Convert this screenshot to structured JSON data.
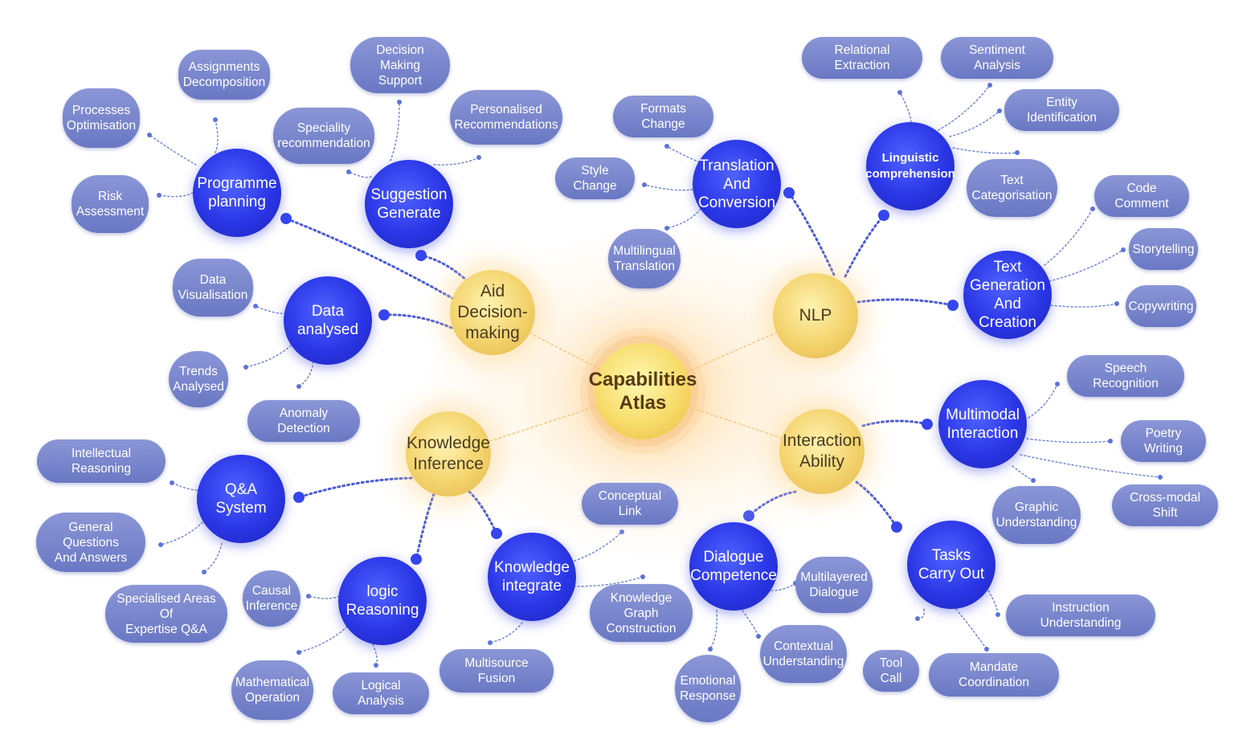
{
  "center": {
    "label": "Capabilities\nAtlas"
  },
  "categories": {
    "aid": "Aid\nDecision-\nmaking",
    "nlp": "NLP",
    "knowledge": "Knowledge\nInference",
    "interaction": "Interaction\nAbility"
  },
  "subnodes": {
    "programme_planning": "Programme\nplanning",
    "suggestion_generate": "Suggestion\nGenerate",
    "data_analysed": "Data\nanalysed",
    "translation_conversion": "Translation\nAnd\nConversion",
    "linguistic_comprehension": "Linguistic\ncomprehension",
    "text_generation": "Text\nGeneration\nAnd Creation",
    "multimodal_interaction": "Multimodal\nInteraction",
    "tasks_carry_out": "Tasks\nCarry Out",
    "dialogue_competence": "Dialogue\nCompetence",
    "qa_system": "Q&A\nSystem",
    "logic_reasoning": "logic\nReasoning",
    "knowledge_integrate": "Knowledge\nintegrate"
  },
  "leaves": {
    "assignments_decomposition": "Assignments\nDecomposition",
    "processes_optimisation": "Processes\nOptimisation",
    "risk_assessment": "Risk\nAssessment",
    "decision_making_support": "Decision Making\nSupport",
    "speciality_recommendation": "Speciality\nrecommendation",
    "personalised_recommendations": "Personalised\nRecommendations",
    "data_visualisation": "Data\nVisualisation",
    "trends_analysed": "Trends\nAnalysed",
    "anomaly_detection": "Anomaly Detection",
    "formats_change": "Formats Change",
    "style_change": "Style Change",
    "multilingual_translation": "Multilingual\nTranslation",
    "relational_extraction": "Relational Extraction",
    "sentiment_analysis": "Sentiment Analysis",
    "entity_identification": "Entity Identification",
    "text_categorisation": "Text\nCategorisation",
    "code_comment": "Code Comment",
    "storytelling": "Storytelling",
    "copywriting": "Copywriting",
    "speech_recognition": "Speech Recognition",
    "poetry_writing": "Poetry Writing",
    "cross_modal_shift": "Cross-modal Shift",
    "graphic_understanding": "Graphic\nUnderstanding",
    "instruction_understanding": "Instruction Understanding",
    "tool_call": "Tool Call",
    "mandate_coordination": "Mandate Coordination",
    "multilayered_dialogue": "Multilayered\nDialogue",
    "contextual_understanding": "Contextual\nUnderstanding",
    "emotional_response": "Emotional\nResponse",
    "intellectual_reasoning": "Intellectual Reasoning",
    "general_qa": "General Questions\nAnd Answers",
    "specialised_qa": "Specialised Areas Of\nExpertise Q&A",
    "causal_inference": "Causal\nInference",
    "mathematical_operation": "Mathematical\nOperation",
    "logical_analysis": "Logical Analysis",
    "conceptual_link": "Conceptual Link",
    "knowledge_graph_construction": "Knowledge Graph\nConstruction",
    "multisource_fusion": "Multisource Fusion"
  },
  "colors": {
    "category_gold": "#f3d36c",
    "subnode_blue": "#2a36e6",
    "leaf_pill": "#7784cc",
    "connector_dot": "#3546ee"
  }
}
